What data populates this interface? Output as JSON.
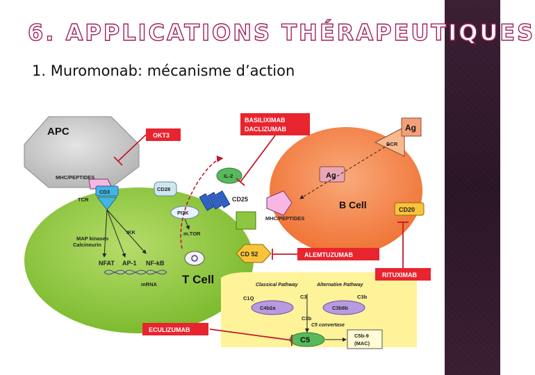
{
  "slide": {
    "title": "6. APPLICATIONS THÉRAPEUTIQUES",
    "subtitle": "1. Muromonab: mécanisme d’action"
  },
  "colors": {
    "title_stroke": "#a0205a",
    "drug_box": "#e8242e",
    "tcell": "#8dc63f",
    "bcell": "#f47c3c",
    "complement": "#fff39a",
    "sidebar": "#2f1829"
  },
  "diagram": {
    "apc": "APC",
    "mhc_peptides_top": "MHC/PEPTIDES",
    "cd3": "CD3",
    "tcr": "TCR",
    "cd28": "CD28",
    "il2": "IL-2",
    "cd25": "CD25",
    "pi3k": "PI3K",
    "ikk": "IKK",
    "map_kinases": "MAP kinases",
    "calcineurin": "Calcineurin",
    "mtor": "m.TOR",
    "nfat": "NFAT",
    "ap1": "AP-1",
    "nfkb": "NF-kB",
    "mrna": "mRNA",
    "tcell": "T Cell",
    "okt3": "OKT3",
    "basiliximab": "BASILIXIMAB",
    "daclizumab": "DACLIZUMAB",
    "ag_top": "Ag",
    "bcr": "BCR",
    "ag_inner": "Ag",
    "bcell": "B Cell",
    "cd20": "CD20",
    "mhc_peptides_b": "MHC/PEPTIDES",
    "cd52": "CD 52",
    "alemtuzumab": "ALEMTUZUMAB",
    "rituximab": "RITUXIMAB",
    "classical_pathway": "Classical Pathway",
    "alternative_pathway": "Alternative Pathway",
    "c1q": "C1Q",
    "c3": "C3",
    "c3b_top": "C3b",
    "c4b2a": "C4b2a",
    "c3b8b": "C3b8b",
    "c3b_mid": "C3b",
    "c5_convertase": "C5 convertase",
    "eculizumab": "ECULIZUMAB",
    "c5": "C5",
    "c5b9": "C5b-9",
    "mac": "(MAC)"
  }
}
